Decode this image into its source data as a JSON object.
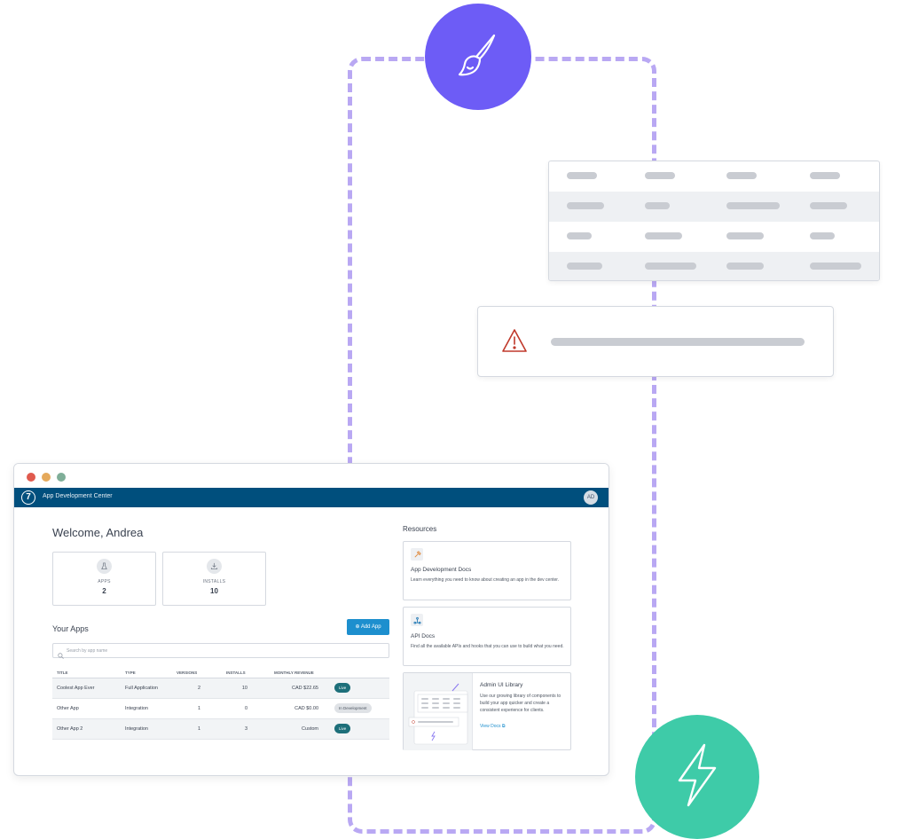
{
  "colors": {
    "brand_purple": "#6d5cf6",
    "brand_green": "#3ecba8",
    "dash": "#b9a8f3",
    "appbar": "#004f7d",
    "primary_button": "#1d8fce",
    "live_badge": "#1d6f7a",
    "warning": "#c0392b"
  },
  "icons": {
    "top_circle": "paintbrush-icon",
    "bottom_circle": "lightning-icon",
    "warning": "warning-triangle-icon"
  },
  "window": {
    "app_title": "App Development Center",
    "logo_text": "7",
    "avatar_initials": "AD",
    "welcome": "Welcome, Andrea",
    "stats": [
      {
        "label": "APPS",
        "value": "2",
        "icon": "flask-icon"
      },
      {
        "label": "INSTALLS",
        "value": "10",
        "icon": "download-icon"
      }
    ],
    "your_apps_title": "Your Apps",
    "add_app_label": "Add App",
    "search_placeholder": "Search by app name",
    "table": {
      "headers": [
        "TITLE",
        "TYPE",
        "VERSIONS",
        "INSTALLS",
        "MONTHLY REVENUE"
      ],
      "rows": [
        {
          "title": "Coolest App Ever",
          "type": "Full Application",
          "versions": "2",
          "installs": "10",
          "revenue": "CAD $22.65",
          "status": "Live"
        },
        {
          "title": "Other App",
          "type": "Integration",
          "versions": "1",
          "installs": "0",
          "revenue": "CAD $0.00",
          "status": "In Development"
        },
        {
          "title": "Other App 2",
          "type": "Integration",
          "versions": "1",
          "installs": "3",
          "revenue": "Custom",
          "status": "Live"
        }
      ]
    },
    "resources_title": "Resources",
    "resources": [
      {
        "title": "App Development Docs",
        "description": "Learn everything you need to know about creating an app in the dev center.",
        "icon": "hammer-icon"
      },
      {
        "title": "API Docs",
        "description": "Find all the available APIs and hooks that you can use to build what you need.",
        "icon": "graph-icon"
      }
    ],
    "library": {
      "title": "Admin UI Library",
      "description": "Use our growing library of components to build your app quicker and create a consistent experience for clients.",
      "link": "View Docs"
    }
  }
}
